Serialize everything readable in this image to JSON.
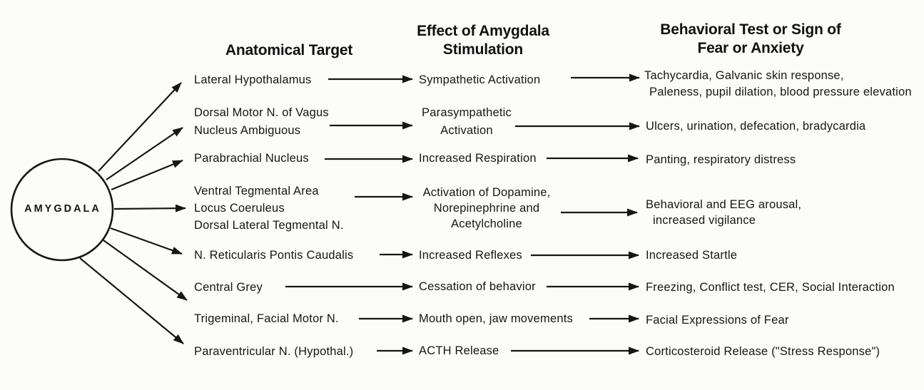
{
  "diagram": {
    "node": {
      "label": "AMYGDALA"
    },
    "headers": {
      "target": "Anatomical Target",
      "effect_line1": "Effect of Amygdala",
      "effect_line2": "Stimulation",
      "behavior_line1": "Behavioral Test or Sign of",
      "behavior_line2": "Fear or Anxiety"
    },
    "rows": [
      {
        "target": [
          "Lateral Hypothalamus"
        ],
        "effect": [
          "Sympathetic Activation"
        ],
        "behavior": [
          "Tachycardia, Galvanic skin response,",
          "Paleness, pupil dilation, blood pressure elevation"
        ]
      },
      {
        "target": [
          "Dorsal Motor N. of Vagus",
          "Nucleus Ambiguous"
        ],
        "effect": [
          "Parasympathetic",
          "Activation"
        ],
        "behavior": [
          "Ulcers, urination, defecation, bradycardia"
        ]
      },
      {
        "target": [
          "Parabrachial Nucleus"
        ],
        "effect": [
          "Increased Respiration"
        ],
        "behavior": [
          "Panting, respiratory distress"
        ]
      },
      {
        "target": [
          "Ventral Tegmental Area",
          "Locus Coeruleus",
          "Dorsal Lateral Tegmental N."
        ],
        "effect": [
          "Activation of Dopamine,",
          "Norepinephrine and",
          "Acetylcholine"
        ],
        "behavior": [
          "Behavioral and EEG arousal,",
          "increased vigilance"
        ]
      },
      {
        "target": [
          "N. Reticularis Pontis Caudalis"
        ],
        "effect": [
          "Increased Reflexes"
        ],
        "behavior": [
          "Increased Startle"
        ]
      },
      {
        "target": [
          "Central Grey"
        ],
        "effect": [
          "Cessation of behavior"
        ],
        "behavior": [
          "Freezing, Conflict test, CER, Social Interaction"
        ]
      },
      {
        "target": [
          "Trigeminal, Facial Motor N."
        ],
        "effect": [
          "Mouth open, jaw movements"
        ],
        "behavior": [
          "Facial Expressions of Fear"
        ]
      },
      {
        "target": [
          "Paraventricular N. (Hypothal.)"
        ],
        "effect": [
          "ACTH Release"
        ],
        "behavior": [
          "Corticosteroid Release (\"Stress Response\")"
        ]
      }
    ]
  },
  "colors": {
    "ink": "#161616",
    "background": "#fcfcfa"
  }
}
